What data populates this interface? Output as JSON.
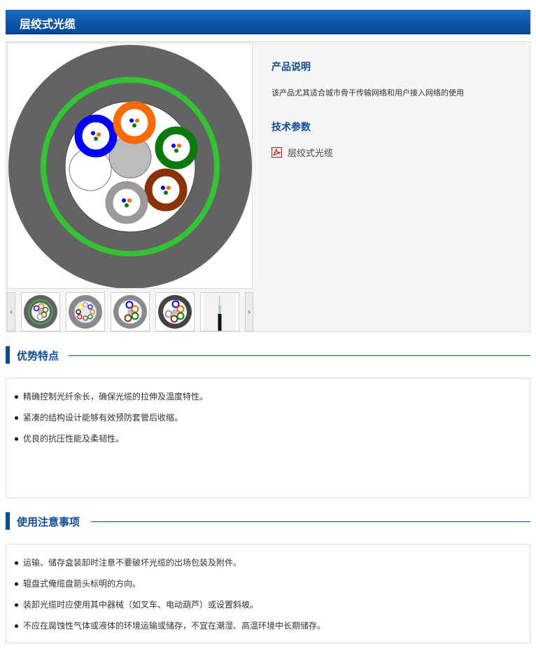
{
  "header": {
    "title": "层绞式光缆"
  },
  "product": {
    "main_image": {
      "alt": "layer-stranded optical cable cross-section"
    },
    "thumbnails": [
      {
        "name": "cross-section-green-ring"
      },
      {
        "name": "cross-section-multi-tube"
      },
      {
        "name": "cross-section-gray-jacket"
      },
      {
        "name": "cross-section-dark-jacket"
      },
      {
        "name": "cable-photo"
      }
    ],
    "nav": {
      "prev": "‹",
      "next": "›"
    },
    "description_title": "产品说明",
    "description": "该产品尤其适合城市骨干传输网络和用户接入网络的使用",
    "spec_title": "技术参数",
    "spec_link": {
      "label": "层绞式光缆",
      "icon": "pdf-icon"
    }
  },
  "features": {
    "title": "优势特点",
    "items": [
      "精确控制光纤余长，确保光缆的拉伸及温度特性。",
      "紧凑的结构设计能够有效预防套管后收缩。",
      "优良的抗压性能及柔韧性。"
    ]
  },
  "notes": {
    "title": "使用注意事项",
    "items": [
      "运输、储存盒装卸时注意不要破坏光缆的出场包装及附件。",
      "辊盘式俺缆盘箭头标明的方向。",
      "装卸光缆时应使用其中器械（如叉车、电动葫芦）或设置斜坡。",
      "不应在腐蚀性气体或液体的环境运输或储存，不宜在潮湿、高温环境中长期储存。"
    ]
  },
  "colors": {
    "brand_blue": "#0e4c9a",
    "header_gradient_top": "#1a6fc4",
    "panel_bg": "#f5f5f5",
    "border": "#dcdcdc"
  }
}
